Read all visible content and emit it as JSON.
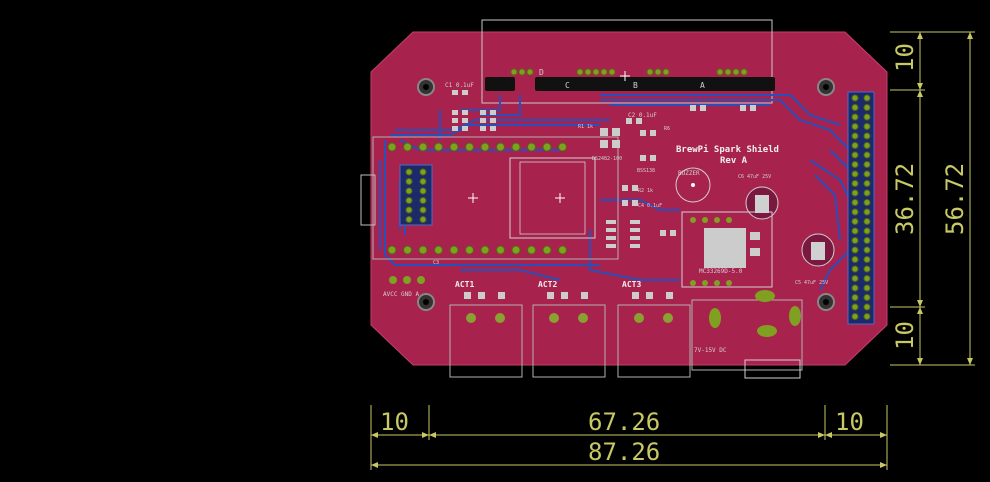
{
  "board": {
    "title_line1": "BrewPi Spark Shield",
    "title_line2": "Rev A",
    "components": {
      "c1": "C1 0.1uF",
      "c2": "C2 0.1uF",
      "c3": "C3",
      "c4": "C4 0.1uF",
      "c5": "C5 47uF 25V",
      "c6": "C6 47uF 25V",
      "r1": "R1 1k",
      "r2": "R2 1k",
      "r6": "R6",
      "ds2482": "DS2482-100",
      "buzzer": "BUZZER",
      "bss138": "BSS138",
      "regulator": "MC33269D-5.0",
      "act1": "ACT1",
      "act2": "ACT2",
      "act3": "ACT3",
      "avcc_label": "AVCC GND A",
      "power_label": "7V-15V DC",
      "connector_a": "A",
      "connector_b": "B",
      "connector_c": "C",
      "connector_d": "D"
    }
  },
  "dimensions": {
    "left_margin": "10",
    "center_width": "67.26",
    "right_margin": "10",
    "total_width": "87.26",
    "top_margin": "10",
    "center_height": "36.72",
    "bottom_margin": "10",
    "total_height": "56.72"
  },
  "colors": {
    "board": "#a8224e",
    "bottom_copper": "#1f3f9c",
    "top_copper": "#b8245a",
    "dimension": "#c8c864",
    "pad": "#7fa020",
    "silk": "#d0d0d0"
  }
}
